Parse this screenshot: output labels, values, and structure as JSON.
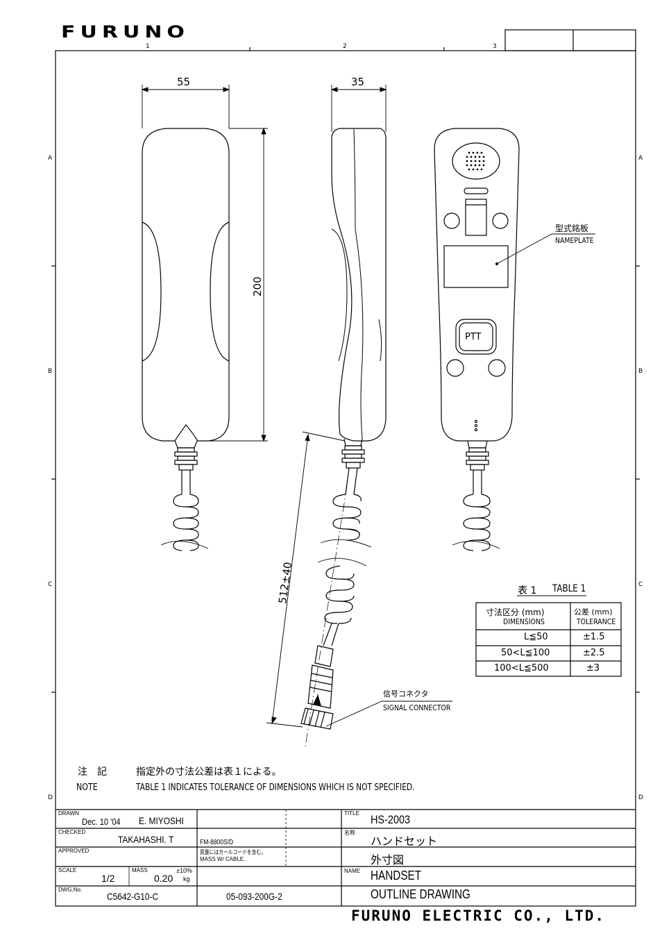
{
  "header": {
    "logo": "FURUNO",
    "zones_top": [
      "1",
      "2",
      "3"
    ],
    "zones_side": [
      "A",
      "B",
      "C",
      "D"
    ]
  },
  "dimensions": {
    "width_front": "55",
    "width_side": "35",
    "height": "200",
    "cable_length": "512±40"
  },
  "labels": {
    "nameplate_jp": "型式銘板",
    "nameplate_en": "NAMEPLATE",
    "ptt": "PTT",
    "connector_jp": "信号コネクタ",
    "connector_en": "SIGNAL CONNECTOR"
  },
  "tolerance_table": {
    "title_jp": "表 1",
    "title_en": "TABLE 1",
    "header_dim_jp": "寸法区分 (mm)",
    "header_dim_en": "DIMENSIONS",
    "header_tol_jp": "公差 (mm)",
    "header_tol_en": "TOLERANCE",
    "rows": [
      {
        "range": "L≦50",
        "tol": "±1.5"
      },
      {
        "range": "50<L≦100",
        "tol": "±2.5"
      },
      {
        "range": "100<L≦500",
        "tol": "±3"
      }
    ]
  },
  "notes": {
    "label_jp": "注　記",
    "label_en": "NOTE",
    "text_jp": "指定外の寸法公差は表１による。",
    "text_en": "TABLE 1 INDICATES TOLERANCE OF DIMENSIONS WHICH IS NOT SPECIFIED."
  },
  "title_block": {
    "drawn_label": "DRAWN",
    "drawn_date": "Dec. 10 '04",
    "drawn_by": "E. MIYOSHI",
    "checked_label": "CHECKED",
    "checked_by": "TAKAHASHI. T",
    "approved_label": "APPROVED",
    "scale_label": "SCALE",
    "scale": "1/2",
    "mass_label": "MASS",
    "mass": "0.20",
    "mass_tol": "±10%",
    "mass_unit": "kg",
    "model_ref": "FM-8800S/D",
    "mass_note_jp": "質量にはカールコードを含む。",
    "mass_note_en": "MASS W/ CABLE.",
    "dwg_label": "DWG.No.",
    "dwg_no": "C5642-G10-C",
    "doc_no": "05-093-200G-2",
    "title_label": "TITLE",
    "title": "HS-2003",
    "name_jp_label": "名称",
    "name_jp": "ハンドセット",
    "name_jp2": "外寸図",
    "name_label": "NAME",
    "name": "HANDSET",
    "name2": "OUTLINE DRAWING"
  },
  "footer": {
    "company": "FURUNO ELECTRIC CO., LTD."
  }
}
